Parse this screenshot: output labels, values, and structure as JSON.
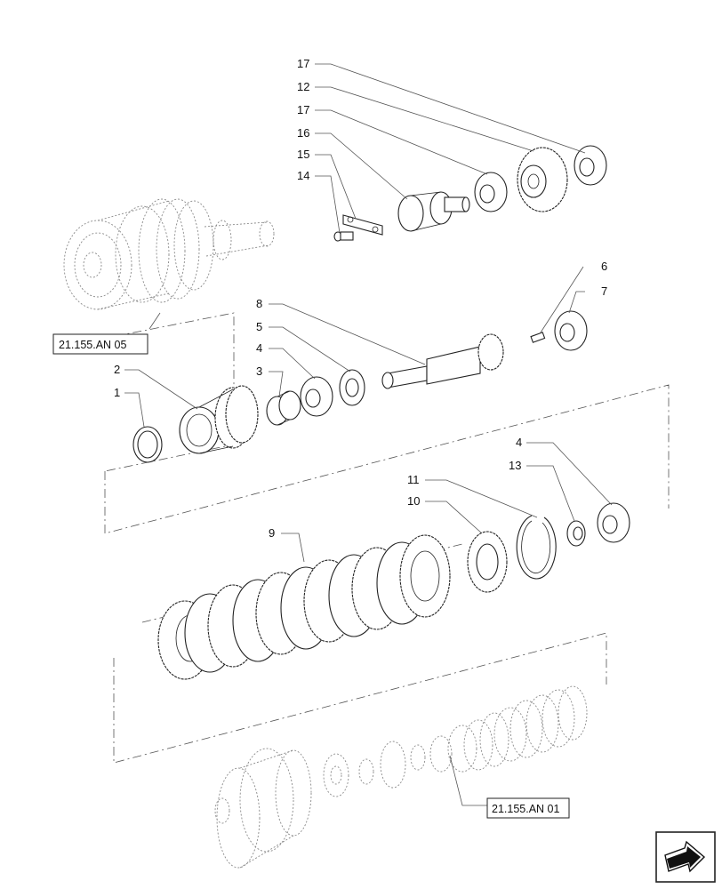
{
  "callouts": {
    "c17a": "17",
    "c12": "12",
    "c17b": "17",
    "c16": "16",
    "c15": "15",
    "c14": "14",
    "c6": "6",
    "c7": "7",
    "c8": "8",
    "c5": "5",
    "c4a": "4",
    "c3": "3",
    "c2": "2",
    "c1": "1",
    "c4b": "4",
    "c13": "13",
    "c11": "11",
    "c10": "10",
    "c9": "9"
  },
  "refs": {
    "upper": "21.155.AN 05",
    "lower": "21.155.AN 01"
  },
  "icons": {
    "nav": "next-page-arrow-icon"
  }
}
